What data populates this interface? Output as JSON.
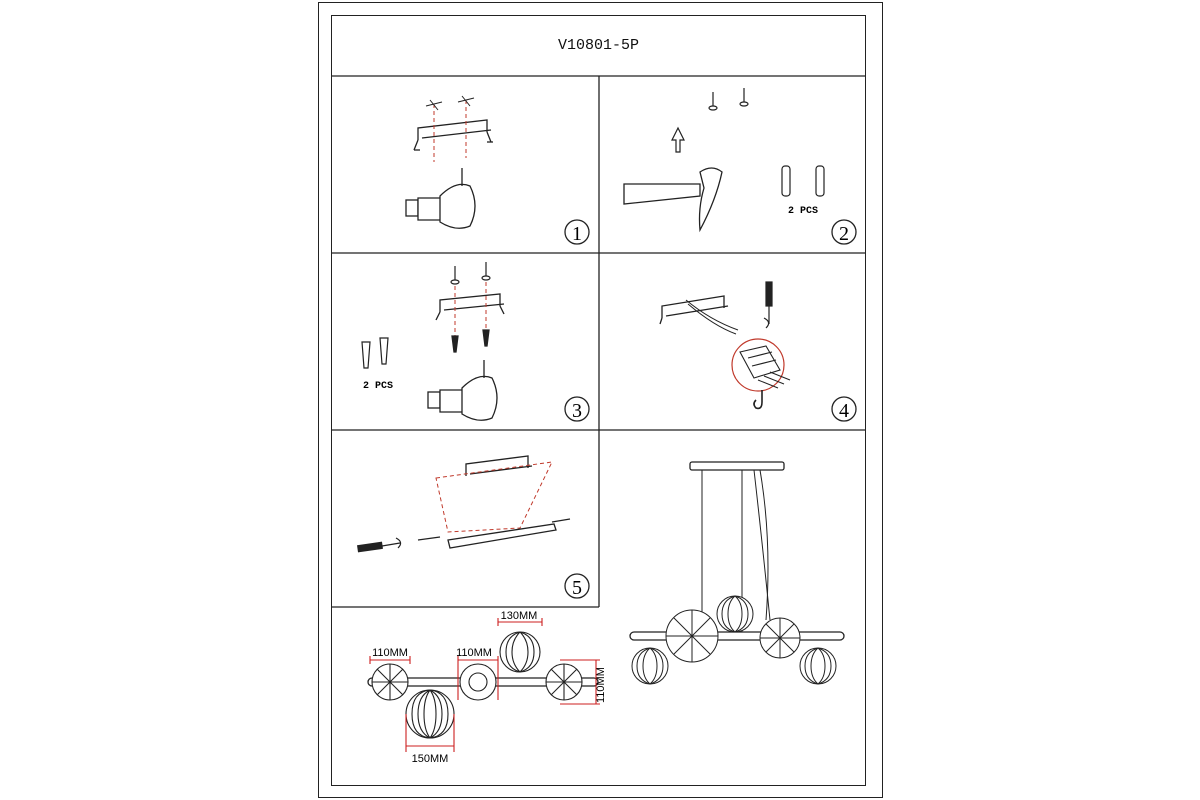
{
  "document": {
    "model": "V10801-5P"
  },
  "steps": [
    {
      "number": "1"
    },
    {
      "number": "2",
      "qty": "2 PCS"
    },
    {
      "number": "3",
      "qty": "2 PCS"
    },
    {
      "number": "4"
    },
    {
      "number": "5"
    }
  ],
  "dimensions": {
    "d1": "110MM",
    "d2": "110MM",
    "d3": "130MM",
    "d4": "110MM",
    "d5": "150MM"
  },
  "colors": {
    "line": "#222222",
    "dashed_red": "#c0392b",
    "dimension_red": "#cc1f1f"
  }
}
